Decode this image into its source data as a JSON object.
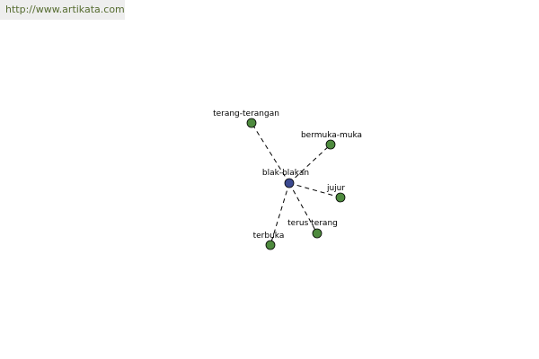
{
  "header": {
    "url_text": "http://www.artikata.com"
  },
  "graph": {
    "center": {
      "label": "blak-blakan",
      "color": "#3c4a91"
    },
    "neighbor_color": "#4e8a3e",
    "edge_style": "dashed",
    "neighbors": [
      {
        "label": "terang-terangan"
      },
      {
        "label": "bermuka-muka"
      },
      {
        "label": "jujur"
      },
      {
        "label": "terus terang"
      },
      {
        "label": "terbuka"
      }
    ]
  }
}
